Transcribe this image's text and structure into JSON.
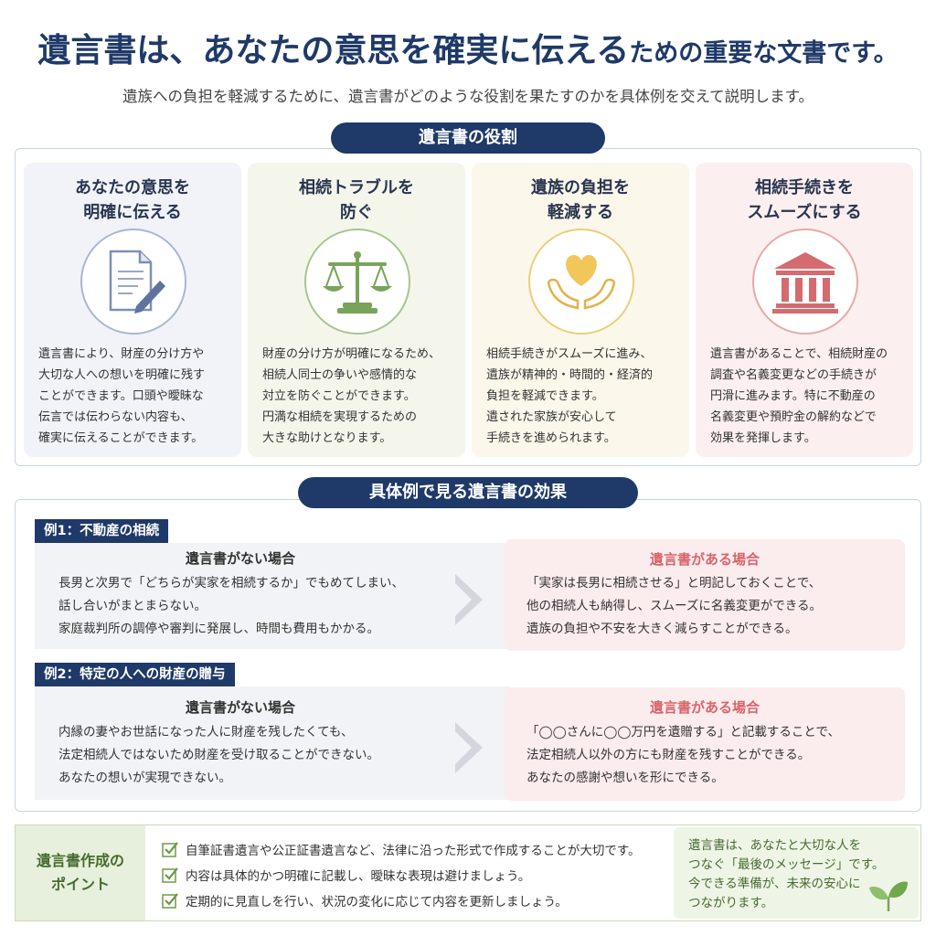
{
  "header": {
    "title_big": "遺言書は、あなたの意思を確実に伝える",
    "title_small": "ための重要な文書です。",
    "subtitle": "遺族への負担を軽減するために、遺言書がどのような役割を果たすのかを具体例を交えて説明します。"
  },
  "roles": {
    "heading": "遺言書の役割",
    "cards": [
      {
        "title": "あなたの意思を\n明確に伝える",
        "icon": "document-pen-icon",
        "body": "遺言書により、財産の分け方や\n大切な人への想いを明確に残す\nことができます。口頭や曖昧な\n伝言では伝わらない内容も、\n確実に伝えることができます。"
      },
      {
        "title": "相続トラブルを\n防ぐ",
        "icon": "scales-icon",
        "body": "財産の分け方が明確になるため、\n相続人同士の争いや感情的な\n対立を防ぐことができます。\n円満な相続を実現するための\n大きな助けとなります。"
      },
      {
        "title": "遺族の負担を\n軽減する",
        "icon": "heart-hands-icon",
        "body": "相続手続きがスムーズに進み、\n遺族が精神的・時間的・経済的\n負担を軽減できます。\n遺された家族が安心して\n手続きを進められます。"
      },
      {
        "title": "相続手続きを\nスムーズにする",
        "icon": "bank-icon",
        "body": "遺言書があることで、相続財産の\n調査や名義変更などの手続きが\n円滑に進みます。特に不動産の\n名義変更や預貯金の解約などで\n効果を発揮します。"
      }
    ],
    "colors": [
      "#f1f3f8",
      "#f4f6ec",
      "#fbf7ea",
      "#fbefef"
    ],
    "ring_colors": [
      "#a9b6d3",
      "#a9c48f",
      "#e9cf7a",
      "#e7a9a9"
    ]
  },
  "examples": {
    "heading": "具体例で見る遺言書の効果",
    "items": [
      {
        "tag": "例1：不動産の相続",
        "without_label": "遺言書がない場合",
        "without_text": "長男と次男で「どちらが実家を相続するか」でもめてしまい、\n話し合いがまとまらない。\n家庭裁判所の調停や審判に発展し、時間も費用もかかる。",
        "with_label": "遺言書がある場合",
        "with_text": "「実家は長男に相続させる」と明記しておくことで、\n他の相続人も納得し、スムーズに名義変更ができる。\n遺族の負担や不安を大きく減らすことができる。"
      },
      {
        "tag": "例2：特定の人への財産の贈与",
        "without_label": "遺言書がない場合",
        "without_text": "内縁の妻やお世話になった人に財産を残したくても、\n法定相続人ではないため財産を受け取ることができない。\nあなたの想いが実現できない。",
        "with_label": "遺言書がある場合",
        "with_text": "「◯◯さんに◯◯万円を遺贈する」と記載することで、\n法定相続人以外の方にも財産を残すことができる。\nあなたの感謝や想いを形にできる。"
      }
    ],
    "with_color": "#d9646c"
  },
  "points": {
    "label": "遺言書作成の\nポイント",
    "items": [
      "自筆証書遺言や公正証書遺言など、法律に沿った形式で作成することが大切です。",
      "内容は具体的かつ明確に記載し、曖昧な表現は避けましょう。",
      "定期的に見直しを行い、状況の変化に応じて内容を更新しましょう。"
    ],
    "message": "遺言書は、あなたと大切な人を\nつなぐ「最後のメッセージ」です。\n今できる準備が、未来の安心に\nつながります。"
  }
}
